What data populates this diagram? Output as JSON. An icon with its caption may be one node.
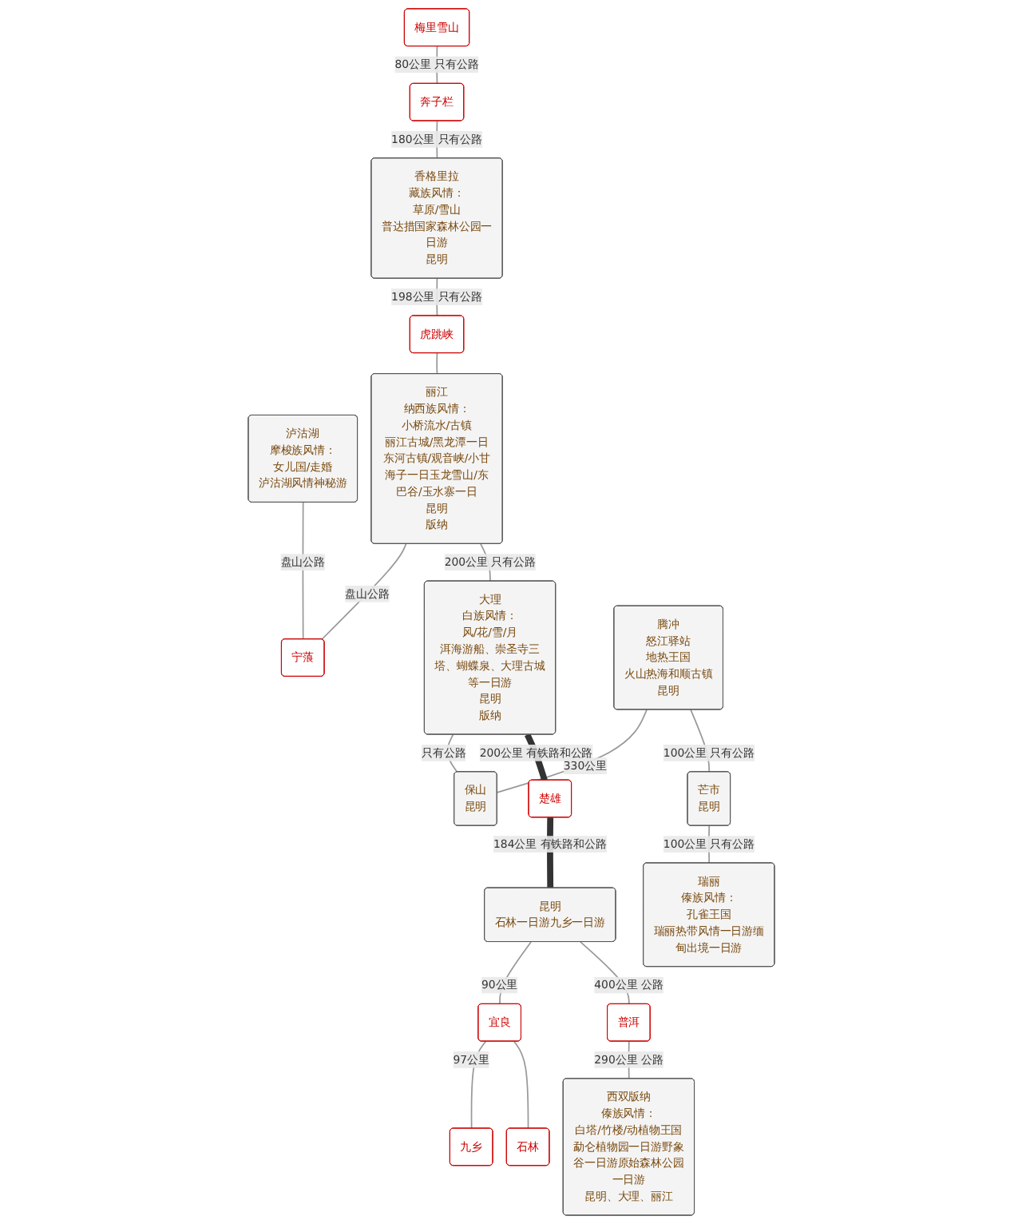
{
  "diagram": {
    "nodes": [
      {
        "text": [
          "梅里雪山"
        ]
      },
      {
        "text": [
          "奔子栏"
        ]
      },
      {
        "text": [
          "香格里拉",
          "藏族风情：",
          "草原/雪山",
          "普达措国家森林公园一日游",
          "昆明"
        ]
      },
      {
        "text": [
          "虎跳峡"
        ]
      },
      {
        "text": [
          "泸沽湖",
          "摩梭族风情：",
          "女儿国/走婚",
          "泸沽湖风情神秘游"
        ]
      },
      {
        "text": [
          "宁蒗"
        ]
      },
      {
        "text": [
          "丽江",
          "纳西族风情：",
          "小桥流水/古镇",
          "丽江古城/黑龙潭一日东河古镇/观音峡/小甘海子一日玉龙雪山/东巴谷/玉水寨一日",
          "昆明",
          "版纳"
        ]
      },
      {
        "text": [
          "大理",
          "白族风情：",
          "风/花/雪/月",
          "洱海游船、崇圣寺三塔、蝴蝶泉、大理古城等一日游",
          "昆明",
          "版纳"
        ]
      },
      {
        "text": [
          "腾冲",
          "怒江驿站",
          "地热王国",
          "火山热海和顺古镇",
          "昆明"
        ]
      },
      {
        "text": [
          "保山",
          "昆明"
        ]
      },
      {
        "text": [
          "芒市",
          "昆明"
        ]
      },
      {
        "text": [
          "瑞丽",
          "傣族风情：",
          "孔雀王国",
          "瑞丽热带风情一日游缅甸出境一日游"
        ]
      },
      {
        "text": [
          "楚雄"
        ]
      },
      {
        "text": [
          "昆明",
          "石林一日游九乡一日游"
        ]
      },
      {
        "text": [
          "九乡"
        ]
      },
      {
        "text": [
          "宜良"
        ]
      },
      {
        "text": [
          "石林"
        ]
      },
      {
        "text": [
          "普洱"
        ]
      },
      {
        "text": [
          "西双版纳",
          "傣族风情：",
          "白塔/竹楼/动植物王国",
          "勐仑植物园一日游野象谷一日游原始森林公园一日游",
          "昆明、大理、丽江"
        ]
      }
    ],
    "edges": [
      {
        "from": 0,
        "to": 1,
        "arrow": "none",
        "label": "80公里 只有公路"
      },
      {
        "from": 1,
        "to": 2,
        "arrow": "none",
        "label": "180公里 只有公路"
      },
      {
        "from": 2,
        "to": 3,
        "arrow": "none",
        "label": "198公里 只有公路"
      },
      {
        "from": 3,
        "to": 6,
        "arrow": "none"
      },
      {
        "from": 6,
        "to": 5,
        "arrow": "none",
        "label": "盘山公路"
      },
      {
        "from": 4,
        "to": 5,
        "arrow": "none",
        "label": "盘山公路"
      },
      {
        "from": 6,
        "to": 7,
        "arrow": "none",
        "label": "200公里 只有公路"
      },
      {
        "from": 7,
        "to": 9,
        "arrow": "none",
        "label": "只有公路"
      },
      {
        "from": 8,
        "to": 9,
        "arrow": "none",
        "label": "330公里"
      },
      {
        "from": 8,
        "to": 10,
        "arrow": "none",
        "label": "100公里 只有公路"
      },
      {
        "from": 10,
        "to": 11,
        "arrow": "none",
        "label": "100公里 只有公路"
      },
      {
        "from": 7,
        "to": 12,
        "arrow": "none",
        "label": "200公里 有铁路和公路",
        "style": "thick",
        "color": "#333333"
      },
      {
        "from": 12,
        "to": 13,
        "arrow": "none",
        "label": "184公里 有铁路和公路",
        "style": "thick",
        "color": "#333333"
      },
      {
        "from": 13,
        "to": 15,
        "arrow": "none",
        "label": "90公里"
      },
      {
        "from": 15,
        "to": 14,
        "arrow": "none",
        "label": "97公里"
      },
      {
        "from": 15,
        "to": 16,
        "arrow": "none"
      },
      {
        "from": 13,
        "to": 17,
        "arrow": "none",
        "label": "400公里 公路"
      },
      {
        "from": 17,
        "to": 18,
        "arrow": "none",
        "label": "290公里 公路"
      }
    ]
  }
}
